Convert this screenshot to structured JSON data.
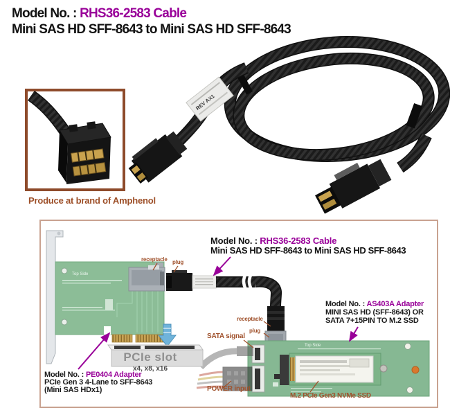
{
  "header": {
    "model_prefix": "Model No. : ",
    "model": "RHS36-2583 Cable",
    "subtitle": "Mini SAS HD SFF-8643 to Mini SAS HD SFF-8643"
  },
  "photo": {
    "cable_label": "REV AX1",
    "inset_caption": "Produce at brand of Amphenol"
  },
  "diagram": {
    "cable_title_prefix": "Model No. : ",
    "cable_title_model": "RHS36-2583 Cable",
    "cable_title_line2": "Mini SAS HD SFF-8643 to Mini SAS HD SFF-8643",
    "left_receptacle_label": "receptacle",
    "left_plug_label": "plug",
    "right_receptacle_label": "receptacle",
    "right_plug_label": "plug",
    "sata_label": "SATA signal",
    "power_label": "POWER input",
    "ssd_label": "M.2 PCIe Gen3 NVMe SSD",
    "pcie_slot_label": "PCIe slot",
    "pcie_slot_sizes": "x4, x8, x16",
    "left_adapter": {
      "model_prefix": "Model No. : ",
      "model": "PE0404 Adapter",
      "line2": "PCIe Gen 3 4-Lane to SFF-8643",
      "line3": "(Mini SAS HDx1)",
      "pcb_text": "Top Side"
    },
    "right_adapter": {
      "model_prefix": "Model No. : ",
      "model": "AS403A Adapter",
      "line2": "MINI SAS HD (SFF-8643) OR",
      "line3": "SATA 7+15PIN TO M.2 SSD",
      "pcb_text": "Top Side"
    }
  },
  "colors": {
    "accent_purple": "#990099",
    "label_brown": "#A0522D",
    "pcb_green": "#8CBD97",
    "arrow_blue": "#6FB3DA",
    "diagram_border": "#C9A290",
    "inset_border": "#8E4B2B"
  }
}
